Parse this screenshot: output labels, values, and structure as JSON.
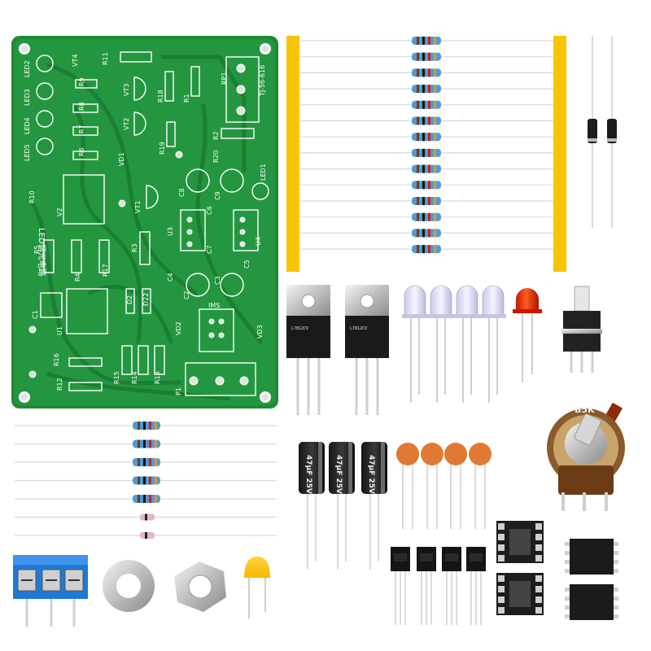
{
  "pcb": {
    "title": "LED调光电路",
    "model": "TJ-56-616",
    "led_labels": [
      "LED2",
      "LED3",
      "LED4",
      "LED5"
    ],
    "labels": {
      "r11": "R11",
      "vt4": "VT4",
      "r9": "R9",
      "r8": "R8",
      "r7": "R7",
      "r6": "R6",
      "vt3": "VT3",
      "vt2": "VT2",
      "r18": "R18",
      "r1": "R1",
      "rp1": "RP1",
      "vd1": "VD1",
      "r19": "R19",
      "r2": "R2",
      "r20": "R20",
      "led1": "LED1",
      "r10": "R10",
      "v2": "V2",
      "vt1": "VT1",
      "c8": "C8",
      "c9": "C9",
      "u3": "U3",
      "c6": "C6",
      "c7": "C7",
      "u4": "U4",
      "r5": "R5",
      "r4": "R4",
      "r17": "R17",
      "r3": "R3",
      "c4": "C4",
      "c5": "C5",
      "c1": "C1",
      "d2": "D2",
      "d22": "D22",
      "c2": "C2",
      "c3": "C3",
      "u1": "U1",
      "ims": "IMS",
      "vd2": "VD2",
      "vd3": "VD3",
      "r16": "R16",
      "r12": "R12",
      "r15": "R15",
      "r14": "R14",
      "r13": "R13",
      "p1": "P1"
    }
  },
  "components": {
    "regulator_text": [
      "L7812CV",
      "L7812CV"
    ],
    "capacitor_text": [
      "47μF 25V",
      "47μF 25V",
      "47μF 25V"
    ],
    "potentiometer_text": "B5K"
  }
}
